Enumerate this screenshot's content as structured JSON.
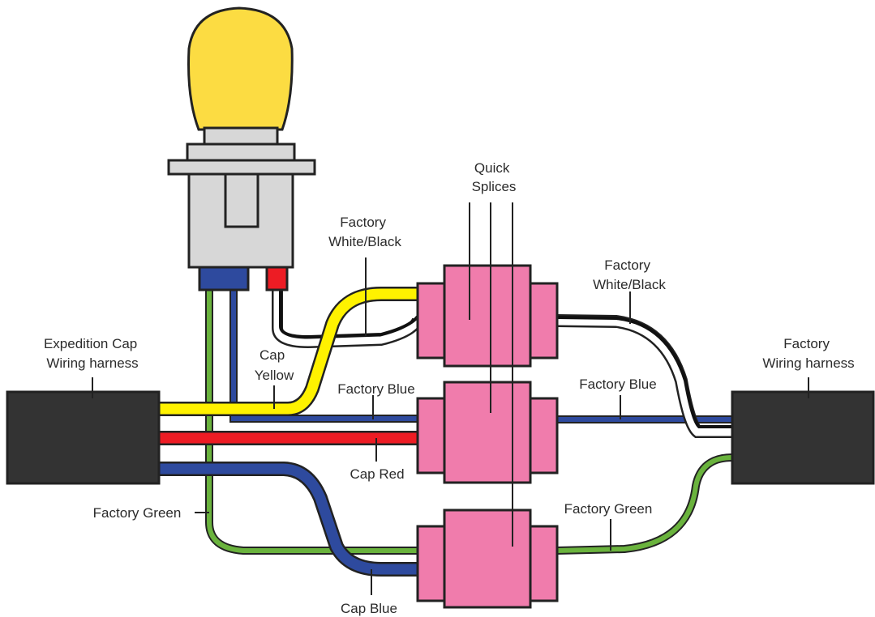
{
  "labels": {
    "expedition_harness": [
      "Expedition Cap",
      "Wiring harness"
    ],
    "factory_harness": [
      "Factory",
      "Wiring harness"
    ],
    "quick_splices": [
      "Quick",
      "Splices"
    ],
    "factory_white_black_left": [
      "Factory",
      "White/Black"
    ],
    "factory_white_black_right": [
      "Factory",
      "White/Black"
    ],
    "cap_yellow": [
      "Cap",
      "Yellow"
    ],
    "factory_blue_left": "Factory Blue",
    "factory_blue_right": "Factory Blue",
    "cap_red": "Cap Red",
    "factory_green_left": "Factory Green",
    "factory_green_right": "Factory Green",
    "cap_blue": "Cap Blue"
  },
  "colors": {
    "bulb": "#fcdc42",
    "socket": "#d7d7d7",
    "harness": "#333333",
    "splice": "#f07cac",
    "wire_yellow": "#fff200",
    "wire_red": "#ed1c24",
    "wire_blue": "#2e4a9e",
    "wire_green": "#6ab33d",
    "wire_white": "#ffffff",
    "wire_black": "#111111"
  }
}
